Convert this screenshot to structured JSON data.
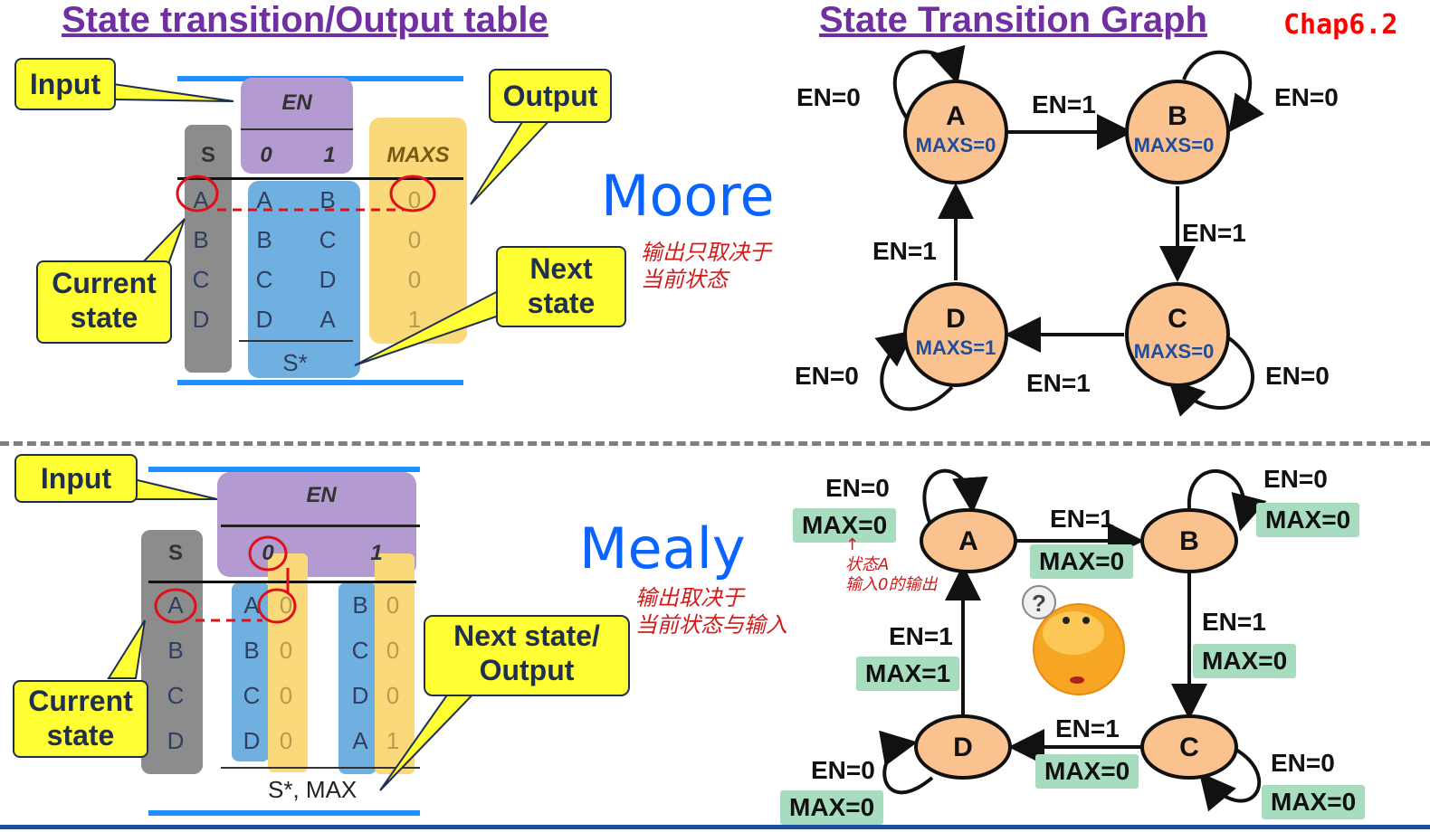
{
  "titles": {
    "table": "State transition/Output table",
    "graph": "State Transition Graph",
    "chap": "Chap6.2"
  },
  "moore": {
    "label": "Moore",
    "callouts": {
      "input": "Input",
      "output": "Output",
      "current_line1": "Current",
      "current_line2": "state",
      "next_line1": "Next",
      "next_line2": "state"
    },
    "table": {
      "state_header": "S",
      "input_header": "EN",
      "input_values": [
        "0",
        "1"
      ],
      "output_header": "MAXS",
      "footer": "S*",
      "rows": [
        {
          "state": "A",
          "next0": "A",
          "next1": "B",
          "out": "0"
        },
        {
          "state": "B",
          "next0": "B",
          "next1": "C",
          "out": "0"
        },
        {
          "state": "C",
          "next0": "C",
          "next1": "D",
          "out": "0"
        },
        {
          "state": "D",
          "next0": "D",
          "next1": "A",
          "out": "1"
        }
      ]
    },
    "note_line1": "输出只取决于",
    "note_line2": "当前状态",
    "graph": {
      "nodes": [
        {
          "name": "A",
          "out": "MAXS=0"
        },
        {
          "name": "B",
          "out": "MAXS=0"
        },
        {
          "name": "C",
          "out": "MAXS=0"
        },
        {
          "name": "D",
          "out": "MAXS=1"
        }
      ],
      "edges": {
        "a_self": "EN=0",
        "a_to_b": "EN=1",
        "b_self": "EN=0",
        "b_to_c": "EN=1",
        "c_self": "EN=0",
        "c_to_d": "EN=1",
        "d_self": "EN=0",
        "d_to_a": "EN=1"
      }
    }
  },
  "mealy": {
    "label": "Mealy",
    "callouts": {
      "input": "Input",
      "current_line1": "Current",
      "current_line2": "state",
      "next_line1": "Next state/",
      "next_line2": "Output"
    },
    "table": {
      "state_header": "S",
      "input_header": "EN",
      "input_values": [
        "0",
        "1"
      ],
      "footer": "S*, MAX",
      "rows": [
        {
          "state": "A",
          "next0": "A",
          "out0": "0",
          "next1": "B",
          "out1": "0"
        },
        {
          "state": "B",
          "next0": "B",
          "out0": "0",
          "next1": "C",
          "out1": "0"
        },
        {
          "state": "C",
          "next0": "C",
          "out0": "0",
          "next1": "D",
          "out1": "0"
        },
        {
          "state": "D",
          "next0": "D",
          "out0": "0",
          "next1": "A",
          "out1": "1"
        }
      ]
    },
    "note_line1": "输出取决于",
    "note_line2": "当前状态与输入",
    "small_note_arrow": "↑",
    "small_note_line1": "状态A",
    "small_note_line2": "输入0的输出",
    "emoji_glyph": "?",
    "graph": {
      "nodes": [
        "A",
        "B",
        "C",
        "D"
      ],
      "edges": {
        "a_self_en": "EN=0",
        "a_self_out": "MAX=0",
        "a_to_b_en": "EN=1",
        "a_to_b_out": "MAX=0",
        "b_self_en": "EN=0",
        "b_self_out": "MAX=0",
        "b_to_c_en": "EN=1",
        "b_to_c_out": "MAX=0",
        "c_to_d_en": "EN=1",
        "c_to_d_out": "MAX=0",
        "c_self_en": "EN=0",
        "c_self_out": "MAX=0",
        "d_self_en": "EN=0",
        "d_self_out": "MAX=0",
        "d_to_a_en": "EN=1",
        "d_to_a_out": "MAX=1"
      }
    }
  },
  "colors": {
    "purple": "#b39ad0",
    "blue": "#6fb0e0",
    "yellow": "#fad97a",
    "gray": "#8c8c8c",
    "callout_fill": "#ffff33",
    "node_fill": "#f9c28f",
    "green_box": "#a8dcbf",
    "rule_blue": "#1e90ff"
  }
}
